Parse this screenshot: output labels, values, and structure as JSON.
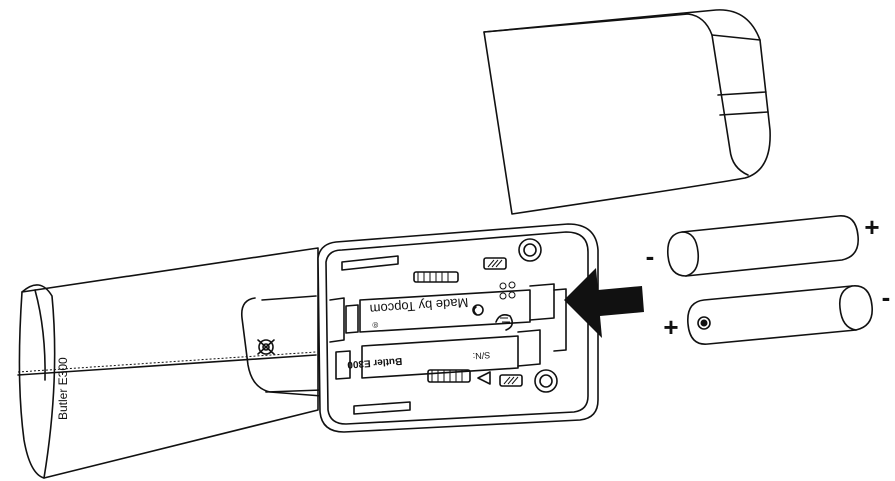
{
  "diagram": {
    "handset_label": "Butler E300",
    "compartment_text": "Made by Topcom",
    "compartment_mark": "®",
    "model_label": "Butler E300",
    "serial_label": "S/N:",
    "battery_top": {
      "left_sign": "-",
      "right_sign": "+"
    },
    "battery_bottom": {
      "left_sign": "+",
      "right_sign": "-"
    }
  }
}
